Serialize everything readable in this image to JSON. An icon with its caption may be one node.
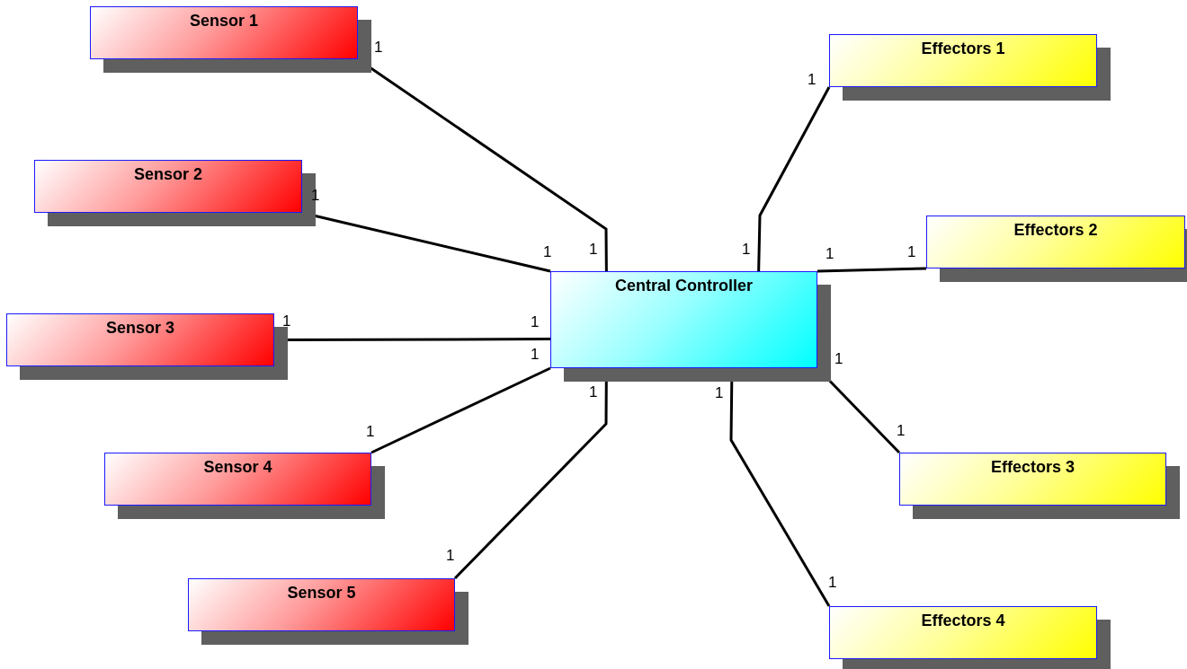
{
  "diagram": {
    "nodes": [
      {
        "text": [
          "Sensor 1"
        ]
      },
      {
        "text": [
          "Sensor 2"
        ]
      },
      {
        "text": [
          "Sensor 3"
        ]
      },
      {
        "text": [
          "Sensor 4"
        ]
      },
      {
        "text": [
          "Sensor 5"
        ]
      },
      {
        "text": [
          "Central Controller"
        ]
      },
      {
        "text": [
          "Effectors 1"
        ]
      },
      {
        "text": [
          "Effectors 2"
        ]
      },
      {
        "text": [
          "Effectors 3"
        ]
      },
      {
        "text": [
          "Effectors 4"
        ]
      }
    ],
    "edges": [
      {
        "from": 0,
        "to": 5,
        "arrow": "none"
      },
      {
        "from": 1,
        "to": 5,
        "arrow": "none"
      },
      {
        "from": 2,
        "to": 5,
        "arrow": "none"
      },
      {
        "from": 3,
        "to": 5,
        "arrow": "none"
      },
      {
        "from": 4,
        "to": 5,
        "arrow": "none"
      },
      {
        "from": 5,
        "to": 6,
        "arrow": "none"
      },
      {
        "from": 5,
        "to": 7,
        "arrow": "none"
      },
      {
        "from": 5,
        "to": 8,
        "arrow": "none"
      },
      {
        "from": 5,
        "to": 9,
        "arrow": "none"
      }
    ],
    "labels": [
      "1",
      "1",
      "1",
      "1",
      "1",
      "1",
      "1",
      "1",
      "1",
      "1",
      "1",
      "1",
      "1",
      "1",
      "1",
      "1",
      "1",
      "1"
    ]
  }
}
